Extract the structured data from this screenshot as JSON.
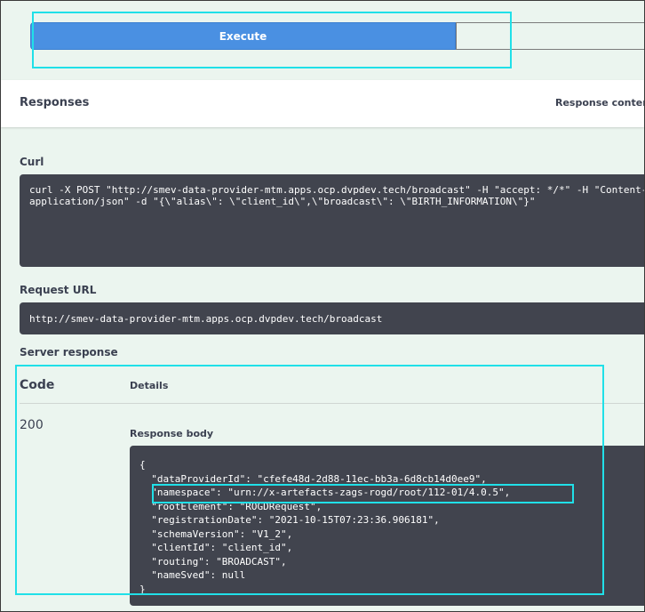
{
  "execute": {
    "label": "Execute"
  },
  "responses": {
    "title": "Responses",
    "content_type_label": "Response content"
  },
  "curl": {
    "label": "Curl",
    "command": "curl -X POST \"http://smev-data-provider-mtm.apps.ocp.dvpdev.tech/broadcast\" -H \"accept: */*\" -H \"Content-Type:\napplication/json\" -d \"{\\\"alias\\\": \\\"client_id\\\",\\\"broadcast\\\": \\\"BIRTH_INFORMATION\\\"}\""
  },
  "request_url": {
    "label": "Request URL",
    "value": "http://smev-data-provider-mtm.apps.ocp.dvpdev.tech/broadcast"
  },
  "server_response": {
    "label": "Server response",
    "code_header": "Code",
    "details_header": "Details",
    "status_code": "200",
    "body_label": "Response body",
    "body": "{\n  \"dataProviderId\": \"cfefe48d-2d88-11ec-bb3a-6d8cb14d0ee9\",\n  \"namespace\": \"urn://x-artefacts-zags-rogd/root/112-01/4.0.5\",\n  \"rootElement\": \"ROGDRequest\",\n  \"registrationDate\": \"2021-10-15T07:23:36.906181\",\n  \"schemaVersion\": \"V1_2\",\n  \"clientId\": \"client_id\",\n  \"routing\": \"BROADCAST\",\n  \"nameSved\": null\n}"
  },
  "colors": {
    "execute_bg": "#4a90e2",
    "page_bg": "#ebf5ef",
    "code_bg": "#41444e",
    "highlight": "#20e0e8"
  }
}
